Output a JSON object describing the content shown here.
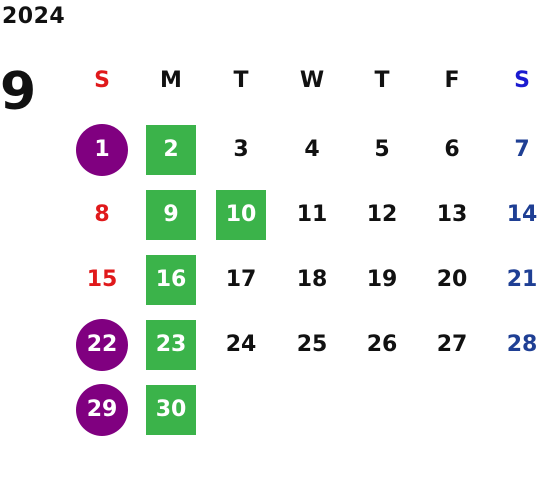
{
  "calendar": {
    "year": "2024",
    "month": "9",
    "weekdays": [
      "S",
      "M",
      "T",
      "W",
      "T",
      "F",
      "S"
    ],
    "colors": {
      "sunday_header": "#e0191b",
      "saturday_header": "#1b1bd0",
      "weekday_header": "#111111",
      "sunday_number": "#e0191b",
      "saturday_number": "#1f3f94",
      "weekday_number": "#111111",
      "holiday_circle": "#800080",
      "highlight_square": "#3bb34a"
    },
    "weeks": [
      [
        {
          "label": "1",
          "style": "holiday"
        },
        {
          "label": "2",
          "style": "highlight"
        },
        {
          "label": "3",
          "style": "normal"
        },
        {
          "label": "4",
          "style": "normal"
        },
        {
          "label": "5",
          "style": "normal"
        },
        {
          "label": "6",
          "style": "normal"
        },
        {
          "label": "7",
          "style": "normal"
        }
      ],
      [
        {
          "label": "8",
          "style": "normal"
        },
        {
          "label": "9",
          "style": "highlight"
        },
        {
          "label": "10",
          "style": "highlight"
        },
        {
          "label": "11",
          "style": "normal"
        },
        {
          "label": "12",
          "style": "normal"
        },
        {
          "label": "13",
          "style": "normal"
        },
        {
          "label": "14",
          "style": "normal"
        }
      ],
      [
        {
          "label": "15",
          "style": "normal"
        },
        {
          "label": "16",
          "style": "highlight"
        },
        {
          "label": "17",
          "style": "normal"
        },
        {
          "label": "18",
          "style": "normal"
        },
        {
          "label": "19",
          "style": "normal"
        },
        {
          "label": "20",
          "style": "normal"
        },
        {
          "label": "21",
          "style": "normal"
        }
      ],
      [
        {
          "label": "22",
          "style": "holiday"
        },
        {
          "label": "23",
          "style": "highlight"
        },
        {
          "label": "24",
          "style": "normal"
        },
        {
          "label": "25",
          "style": "normal"
        },
        {
          "label": "26",
          "style": "normal"
        },
        {
          "label": "27",
          "style": "normal"
        },
        {
          "label": "28",
          "style": "normal"
        }
      ],
      [
        {
          "label": "29",
          "style": "holiday"
        },
        {
          "label": "30",
          "style": "highlight"
        }
      ]
    ]
  }
}
